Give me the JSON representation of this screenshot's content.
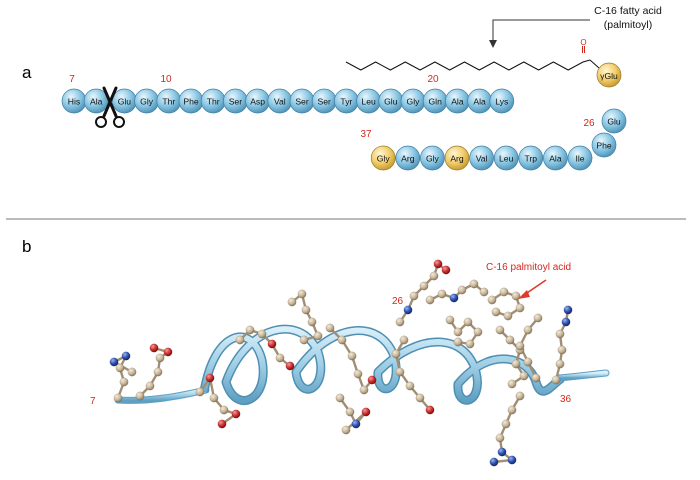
{
  "panel_a": {
    "letter": "a",
    "numbers": [
      "7",
      "10",
      "20",
      "26",
      "37"
    ],
    "row1": [
      "His",
      "Ala",
      "Glu",
      "Gly",
      "Thr",
      "Phe",
      "Thr",
      "Ser",
      "Asp",
      "Val",
      "Ser",
      "Ser",
      "Tyr",
      "Leu",
      "Glu",
      "Gly",
      "Gln",
      "Ala",
      "Ala",
      "Lys"
    ],
    "connector": [
      "Glu",
      "Phe"
    ],
    "row2": [
      "Ile",
      "Ala",
      "Trp",
      "Leu",
      "Val",
      "Arg",
      "Gly",
      "Arg",
      "Gly"
    ],
    "gamma_glu": "γGlu",
    "oxygen": "O",
    "fatty_acid_label_line1": "C-16 fatty acid",
    "fatty_acid_label_line2": "(palmitoyl)",
    "scissors_icon": "scissors-icon",
    "colors": {
      "residue_blue": "#8cc8e4",
      "residue_gold": "#f2cf6e",
      "number_red": "#d1281e"
    }
  },
  "panel_b": {
    "letter": "b",
    "label_7": "7",
    "label_26": "26",
    "label_36": "36",
    "palmitoyl_label": "C-16 palmitoyl acid",
    "colors": {
      "helix": "#9fcfe6",
      "carbon": "#c9b79a",
      "oxygen": "#cc2a2a",
      "nitrogen": "#2b4fb0",
      "arrow": "#e23a2a"
    }
  }
}
